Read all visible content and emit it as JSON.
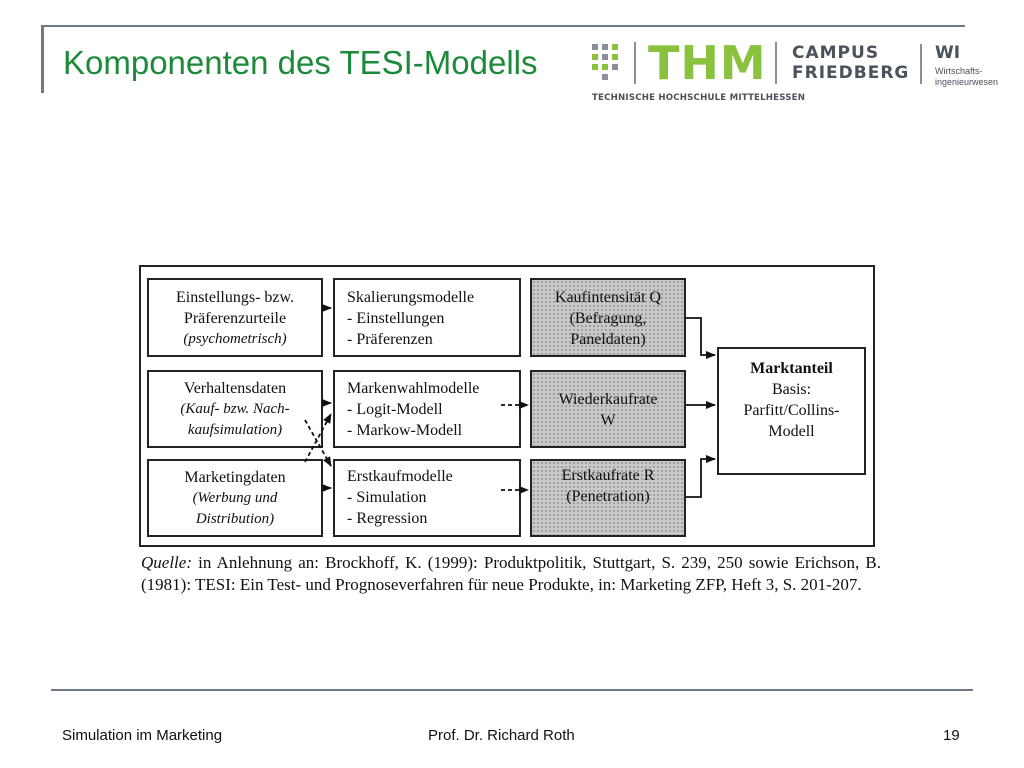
{
  "slide": {
    "title": "Komponenten des TESI-Modells",
    "footer": {
      "left": "Simulation im Marketing",
      "center": "Prof. Dr. Richard Roth",
      "page_number": "19"
    }
  },
  "logo": {
    "brand": "THM",
    "subtitle": "TECHNISCHE HOCHSCHULE MITTELHESSEN",
    "campus_line1": "CAMPUS",
    "campus_line2": "FRIEDBERG",
    "dept": "WI",
    "dept_line1": "Wirtschafts-",
    "dept_line2": "ingenieurwesen",
    "brand_color": "#8ac23f",
    "title_color": "#1d8a3a"
  },
  "diagram": {
    "data_boxes": [
      {
        "line1": "Einstellungs- bzw.",
        "line2": "Präferenzurteile",
        "line3": "(psychometrisch)"
      },
      {
        "line1": "Verhaltensdaten",
        "line2": "(Kauf- bzw. Nach-",
        "line3": "kaufsimulation)"
      },
      {
        "line1": "Marketingdaten",
        "line2": "(Werbung und",
        "line3": "Distribution)"
      }
    ],
    "model_boxes": [
      {
        "line1": "Skalierungsmodelle",
        "line2": "- Einstellungen",
        "line3": "- Präferenzen"
      },
      {
        "line1": "Markenwahlmodelle",
        "line2": "- Logit-Modell",
        "line3": "- Markow-Modell"
      },
      {
        "line1": "Erstkaufmodelle",
        "line2": "- Simulation",
        "line3": "- Regression"
      }
    ],
    "measure_boxes": [
      {
        "line1": "Kaufintensität Q",
        "line2": "(Befragung,",
        "line3": "Paneldaten)"
      },
      {
        "line1": "Wiederkaufrate",
        "line2": "W"
      },
      {
        "line1": "Erstkaufrate R",
        "line2": "(Penetration)"
      }
    ],
    "result_box": {
      "line1": "Marktanteil",
      "line2": "Basis:",
      "line3": "Parfitt/Collins-",
      "line4": "Modell"
    },
    "source": {
      "label": "Quelle:",
      "text": "in Anlehnung an: Brockhoff, K. (1999): Produktpolitik, Stuttgart, S. 239, 250 sowie Erichson, B. (1981): TESI: Ein Test- und Prognoseverfahren für neue Produkte, in: Marketing ZFP, Heft 3, S. 201-207."
    }
  }
}
